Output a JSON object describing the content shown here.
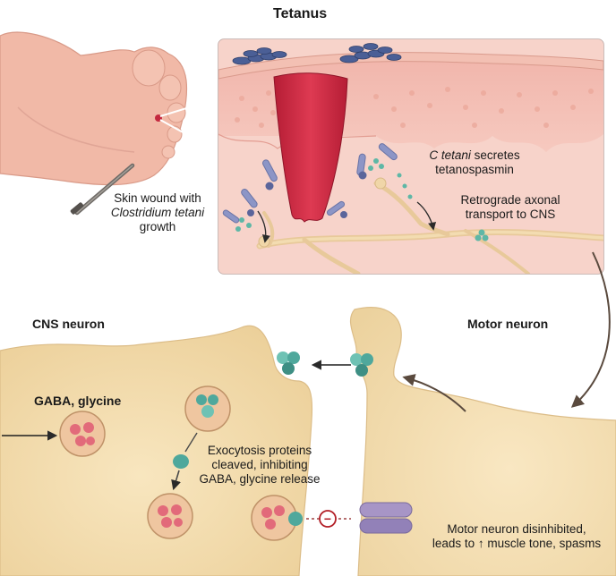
{
  "title": "Tetanus",
  "wound_label": {
    "line1": "Skin wound with",
    "line2": "Clostridium tetani",
    "line3": "growth"
  },
  "secretes_label": {
    "italic": "C tetani",
    "rest": " secretes",
    "line2": "tetanospasmin"
  },
  "transport_label": {
    "line1": "Retrograde axonal",
    "line2": "transport to CNS"
  },
  "cns_neuron_label": "CNS neuron",
  "motor_neuron_label": "Motor neuron",
  "gaba_label": "GABA, glycine",
  "exocytosis_label": {
    "line1": "Exocytosis proteins",
    "line2": "cleaved, inhibiting",
    "line3": "GABA, glycine release"
  },
  "disinhibited_label": {
    "line1": "Motor neuron disinhibited,",
    "line2": "leads to ↑ muscle tone, spasms"
  },
  "inhibit_symbol": "−",
  "colors": {
    "neuron": "#f5dfb0",
    "skin": "#eeaaa0",
    "wound": "#d42b45",
    "gaba": "#e26a7a",
    "toxin": "#4fa89c",
    "receptor": "#9c8cbc"
  }
}
